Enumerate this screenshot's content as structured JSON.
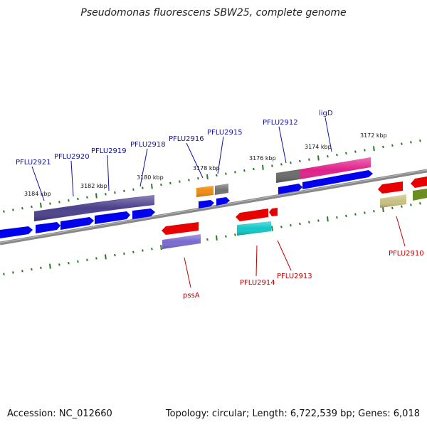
{
  "title": "Pseudomonas fluorescens SBW25, complete genome",
  "accession": "Accession: NC_012660",
  "topology": "Topology: circular; Length: 6,722,539 bp; Genes: 6,018",
  "colors": {
    "backbone": "#888888",
    "tick": "#2a7a2a",
    "forward_label": "#1010a0",
    "reverse_label": "#c00000"
  },
  "ruler_labels": [
    "3184 kbp",
    "3182 kbp",
    "3180 kbp",
    "3178 kbp",
    "3176 kbp",
    "3174 kbp",
    "3172 kbp"
  ],
  "gene_labels": {
    "forward": [
      "PFLU2921",
      "PFLU2920",
      "PFLU2919",
      "PFLU2918",
      "PFLU2916",
      "PFLU2915",
      "PFLU2912",
      "ligD"
    ],
    "reverse": [
      "pssA",
      "PFLU2914",
      "PFLU2913",
      "PFLU2910"
    ]
  }
}
